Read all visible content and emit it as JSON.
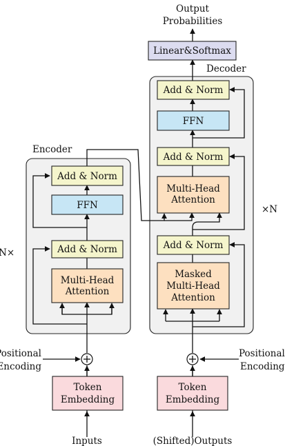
{
  "labels": {
    "output_line1": "Output",
    "output_line2": "Probabilities",
    "encoder": "Encoder",
    "decoder": "Decoder",
    "nx_left": "N×",
    "nx_right": "×N",
    "pos_enc_left_1": "Positional",
    "pos_enc_left_2": "Encoding",
    "pos_enc_right_1": "Positional",
    "pos_enc_right_2": "Encoding",
    "inputs": "Inputs",
    "shifted_outputs": "(Shifted)Outputs"
  },
  "blocks": {
    "linear_softmax": "Linear&Softmax",
    "dec_add_norm_top": "Add & Norm",
    "dec_ffn": "FFN",
    "dec_add_norm_mid": "Add & Norm",
    "dec_mha_1": "Multi-Head",
    "dec_mha_2": "Attention",
    "dec_add_norm_bottom": "Add & Norm",
    "dec_masked_1": "Masked",
    "dec_masked_2": "Multi-Head",
    "dec_masked_3": "Attention",
    "enc_add_norm_top": "Add & Norm",
    "enc_ffn": "FFN",
    "enc_add_norm_bottom": "Add & Norm",
    "enc_mha_1": "Multi-Head",
    "enc_mha_2": "Attention",
    "enc_token_1": "Token",
    "enc_token_2": "Embedding",
    "dec_token_1": "Token",
    "dec_token_2": "Embedding"
  },
  "colors": {
    "add_norm": "#f5f5cc",
    "ffn": "#c7e6f5",
    "attention": "#fde0c0",
    "embedding": "#fadadd",
    "linear": "#dcdcf0",
    "stack_bg": "#f1f1f1"
  }
}
